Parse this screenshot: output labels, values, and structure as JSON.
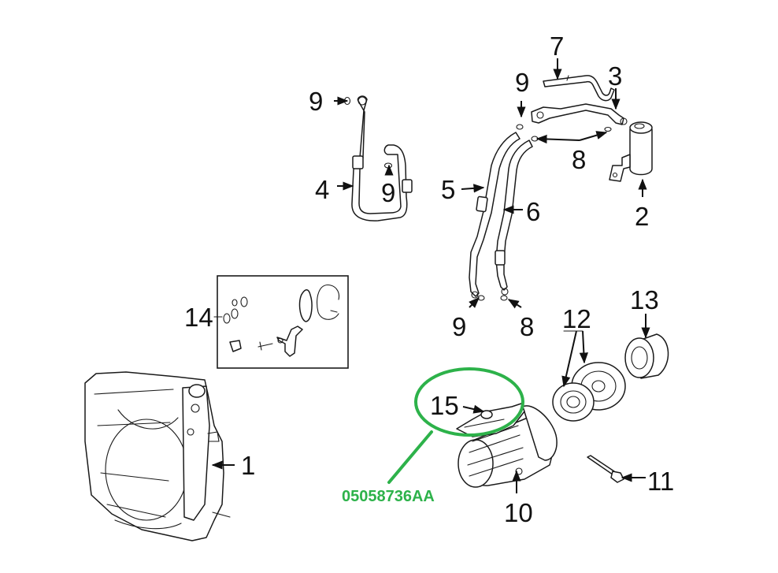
{
  "callouts": {
    "c1": "1",
    "c2": "2",
    "c3": "3",
    "c4": "4",
    "c5": "5",
    "c6": "6",
    "c7": "7",
    "c8a": "8",
    "c8b": "8",
    "c9a": "9",
    "c9b": "9",
    "c9c": "9",
    "c9d": "9",
    "c10": "10",
    "c11": "11",
    "c12": "12",
    "c13": "13",
    "c14": "14",
    "c15": "15"
  },
  "highlight": {
    "part_number": "05058736AA",
    "color": "#2db24a"
  }
}
